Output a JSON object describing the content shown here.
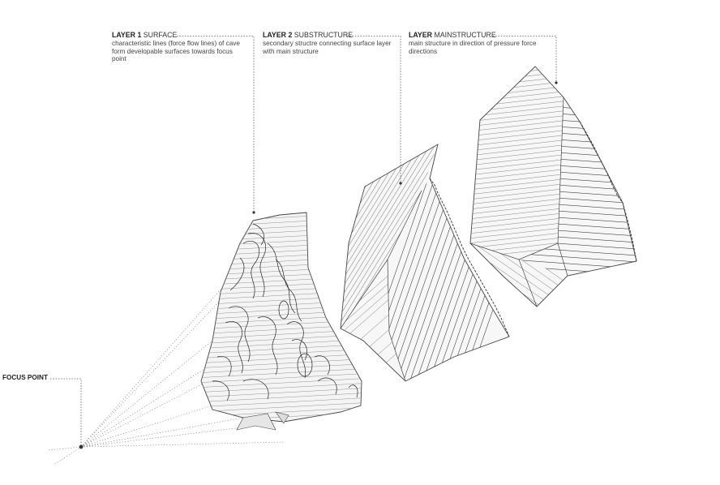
{
  "layers": [
    {
      "title_bold": "LAYER 1",
      "title_rest": " SURFACE",
      "description": "characteristic lines (force flow lines) of cave form developable surfaces towards focus point"
    },
    {
      "title_bold": "LAYER 2",
      "title_rest": " SUBSTRUCTURE",
      "description": "secondary structre connecting surface layer with main structure"
    },
    {
      "title_bold": "LAYER",
      "title_rest": " MAINSTRUCTURE",
      "description": "main structure in direction of pressure force directions"
    }
  ],
  "focus_point": {
    "label": "FOCUS POINT"
  },
  "colors": {
    "line": "#555555",
    "dash": "#666666",
    "text": "#333333",
    "background": "#ffffff"
  }
}
